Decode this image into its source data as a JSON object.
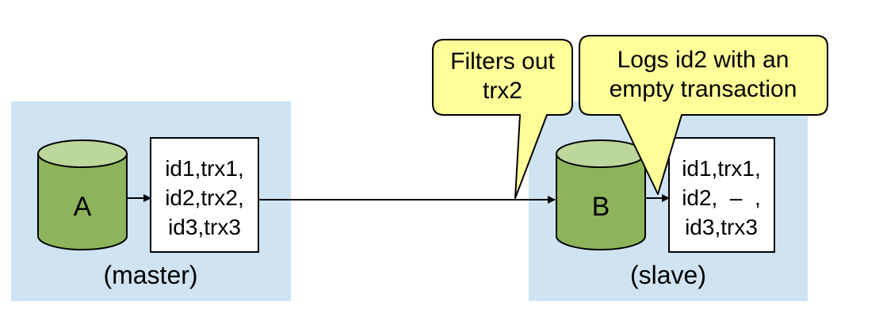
{
  "master": {
    "db_label": "A",
    "caption": "(master)",
    "log_lines": [
      "id1,trx1,",
      "id2,trx2,",
      "id3,trx3"
    ]
  },
  "slave": {
    "db_label": "B",
    "caption": "(slave)",
    "log_lines": [
      "id1,trx1,",
      "id2,  –  ,",
      "id3,trx3"
    ]
  },
  "callouts": {
    "filter": [
      "Filters out",
      "trx2"
    ],
    "logs": [
      "Logs id2 with an",
      "empty transaction"
    ]
  },
  "colors": {
    "panel": "#cfe3f2",
    "cylinder_body": "#8db45a",
    "cylinder_top": "#bcd79a",
    "callout_fill": "#ffff99",
    "outline": "#000000"
  }
}
